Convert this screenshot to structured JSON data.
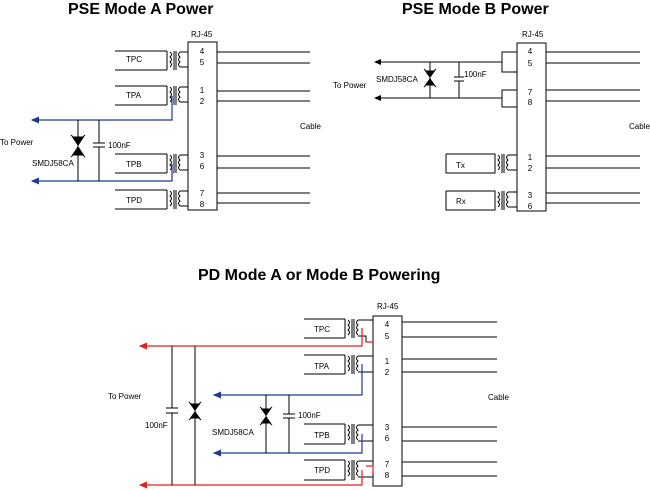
{
  "diagrams": {
    "pse_a": {
      "title": "PSE Mode A Power",
      "connector": "RJ-45",
      "cable": "Cable",
      "to_power": "To Power",
      "tvs": "SMDJ58CA",
      "cap": "100nF",
      "pairs": [
        {
          "label": "TPC",
          "pins": [
            "4",
            "5"
          ]
        },
        {
          "label": "TPA",
          "pins": [
            "1",
            "2"
          ]
        },
        {
          "label": "TPB",
          "pins": [
            "3",
            "6"
          ]
        },
        {
          "label": "TPD",
          "pins": [
            "7",
            "8"
          ]
        }
      ]
    },
    "pse_b": {
      "title": "PSE Mode B Power",
      "connector": "RJ-45",
      "cable": "Cable",
      "to_power": "To Power",
      "tvs": "SMDJ58CA",
      "cap": "100nF",
      "pairs": [
        {
          "label": "",
          "pins": [
            "4",
            "5"
          ]
        },
        {
          "label": "",
          "pins": [
            "7",
            "8"
          ]
        },
        {
          "label": "Tx",
          "pins": [
            "1",
            "2"
          ]
        },
        {
          "label": "Rx",
          "pins": [
            "3",
            "6"
          ]
        }
      ]
    },
    "pd": {
      "title": "PD Mode A or Mode B Powering",
      "connector": "RJ-45",
      "cable": "Cable",
      "to_power": "To Power",
      "tvs": "SMDJ58CA",
      "cap_left": "100nF",
      "cap_right": "100nF",
      "pairs": [
        {
          "label": "TPC",
          "pins": [
            "4",
            "5"
          ]
        },
        {
          "label": "TPA",
          "pins": [
            "1",
            "2"
          ]
        },
        {
          "label": "TPB",
          "pins": [
            "3",
            "6"
          ]
        },
        {
          "label": "TPD",
          "pins": [
            "7",
            "8"
          ]
        }
      ]
    }
  },
  "colors": {
    "line": "#000000",
    "blue": "#1f3a93",
    "red": "#e02020"
  }
}
